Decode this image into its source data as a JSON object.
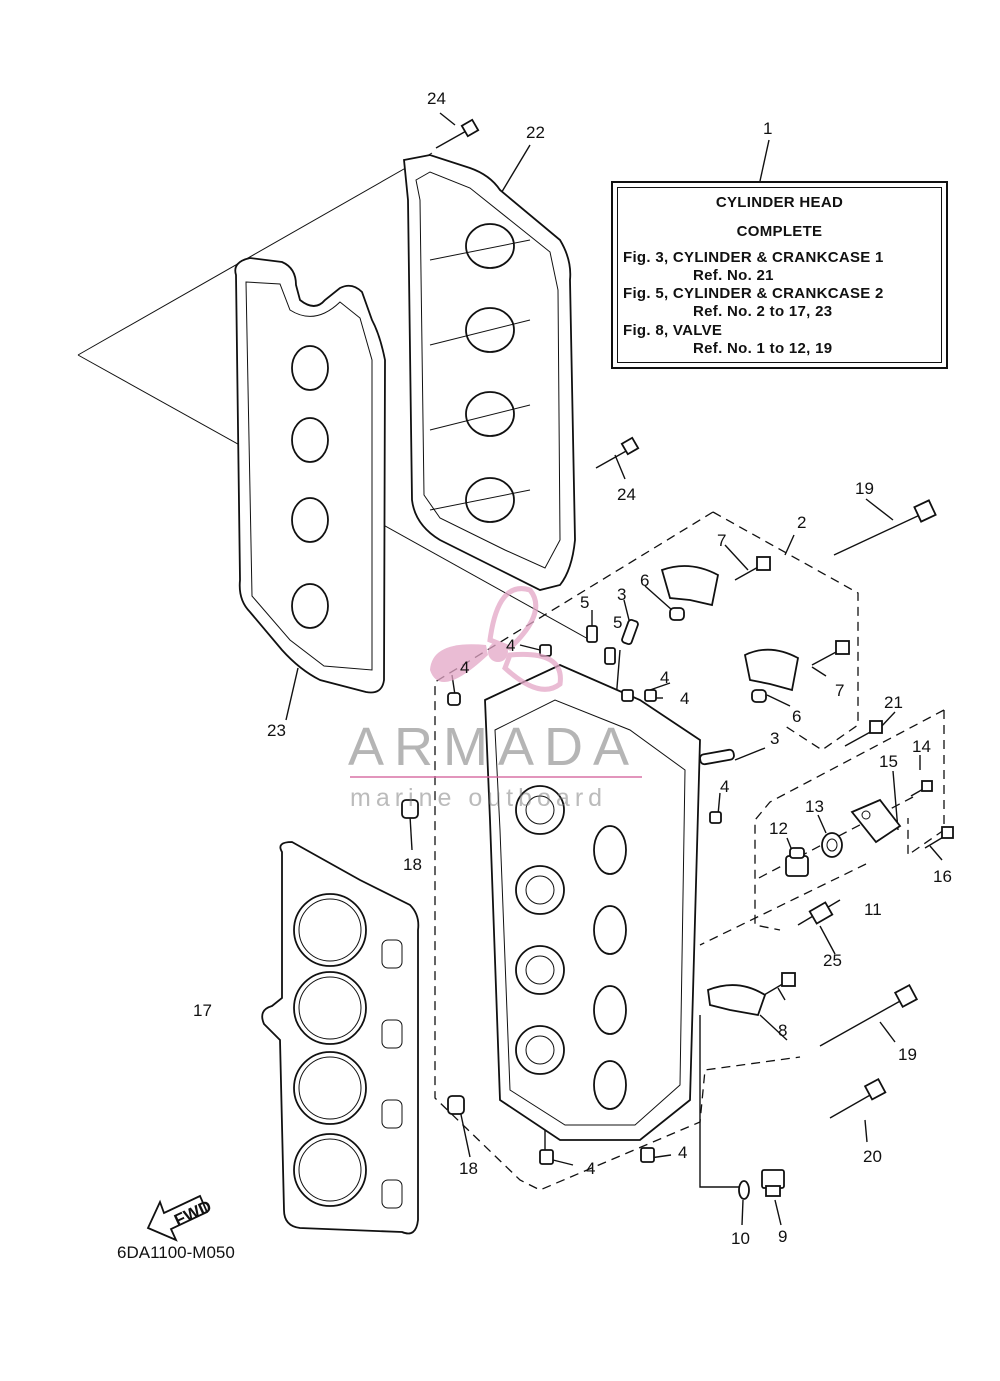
{
  "reference_box": {
    "line1": "CYLINDER HEAD",
    "line2": "COMPLETE",
    "ref1_fig": "Fig. 3, CYLINDER & CRANKCASE 1",
    "ref1_no": "Ref. No. 21",
    "ref2_fig": "Fig. 5, CYLINDER & CRANKCASE 2",
    "ref2_no": "Ref. No. 2 to 17, 23",
    "ref3_fig": "Fig. 8, VALVE",
    "ref3_no": "Ref. No. 1 to 12, 19"
  },
  "watermark": {
    "brand": "ARMADA",
    "tagline": "marine outboard",
    "icon": "propeller-logo-icon",
    "color": "#e3a6c6"
  },
  "fwd_label": "FWD",
  "drawing_code": "6DA1100-M050",
  "callouts": {
    "c1": "1",
    "c2": "2",
    "c3a": "3",
    "c3b": "3",
    "c4a": "4",
    "c4b": "4",
    "c4c": "4",
    "c4d": "4",
    "c4e": "4",
    "c4f": "4",
    "c4g": "4",
    "c5a": "5",
    "c5b": "5",
    "c6a": "6",
    "c6b": "6",
    "c7a": "7",
    "c7b": "7",
    "c8": "8",
    "c9": "9",
    "c10": "10",
    "c11": "11",
    "c12": "12",
    "c13": "13",
    "c14": "14",
    "c15": "15",
    "c16": "16",
    "c17": "17",
    "c18a": "18",
    "c18b": "18",
    "c19a": "19",
    "c19b": "19",
    "c20": "20",
    "c21": "21",
    "c22": "22",
    "c23": "23",
    "c24a": "24",
    "c24b": "24",
    "c25": "25"
  }
}
